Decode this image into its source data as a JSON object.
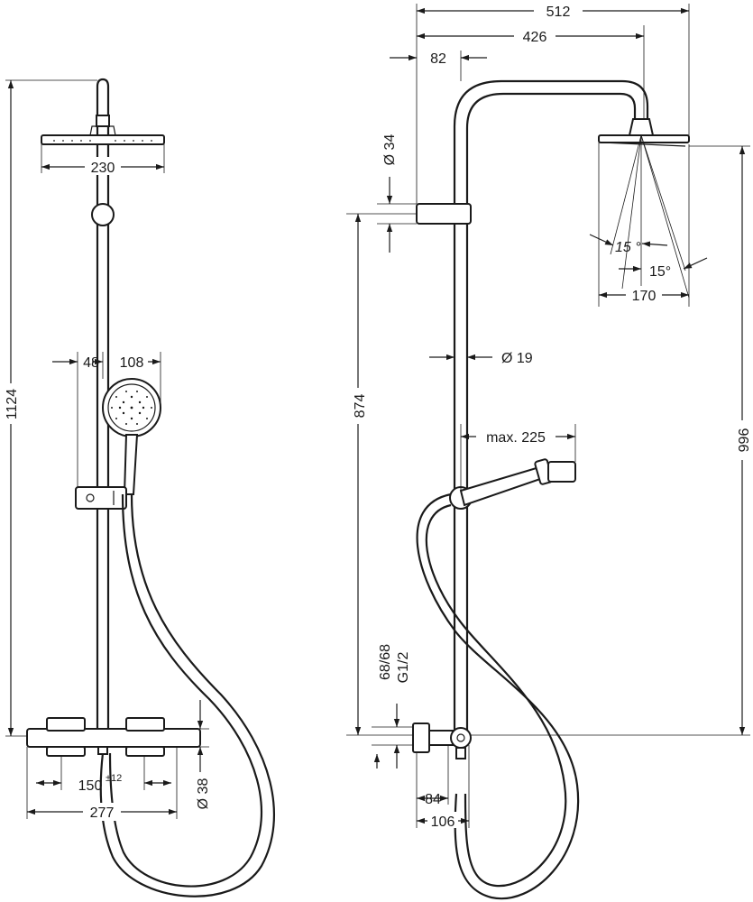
{
  "front_view": {
    "overall_height": "1124",
    "head_diameter": "230",
    "hand_shower_offset": "48",
    "hand_shower_diameter": "108",
    "thermostat_centres": "150",
    "thermostat_centres_tolerance": "±12",
    "thermostat_width": "277",
    "thermostat_diameter": "Ø 38"
  },
  "side_view": {
    "projection_total": "512",
    "arm_length": "426",
    "wall_offset": "82",
    "holder_diameter": "Ø 34",
    "angle_inner": "15 °",
    "angle_outer": "15°",
    "spray_width": "170",
    "riser_diameter": "Ø 19",
    "hand_shower_reach": "max. 225",
    "holder_height": "874",
    "head_height": "996",
    "connection_centres": "68/68",
    "connection_thread": "G1/2",
    "depth_84": "84",
    "depth_106": "106"
  }
}
